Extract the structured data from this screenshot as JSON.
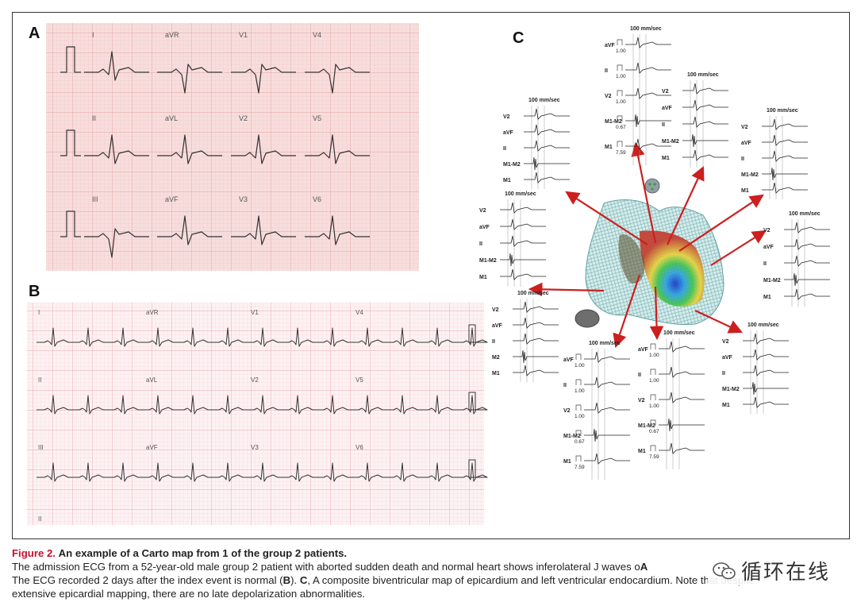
{
  "panels": {
    "a": {
      "label": "A",
      "leads": [
        [
          "I",
          "aVR",
          "V1",
          "V4"
        ],
        [
          "II",
          "aVL",
          "V2",
          "V5"
        ],
        [
          "III",
          "aVF",
          "V3",
          "V6"
        ]
      ]
    },
    "b": {
      "label": "B",
      "leads": [
        [
          "I",
          "aVR",
          "V1",
          "V4"
        ],
        [
          "II",
          "aVL",
          "V2",
          "V5"
        ],
        [
          "III",
          "aVF",
          "V3",
          "V6"
        ]
      ],
      "bottom_lead": "II"
    },
    "c": {
      "label": "C",
      "speed": "100 mm/sec",
      "boxes": [
        {
          "id": "top",
          "speed": "100 mm/sec",
          "rows": [
            {
              "label": "aVF",
              "gain": "1.00"
            },
            {
              "label": "II",
              "gain": "1.00"
            },
            {
              "label": "V2",
              "gain": "1.00"
            },
            {
              "label": "M1-M2",
              "gain": "0.67"
            },
            {
              "label": "M1",
              "gain": "7.59"
            }
          ]
        },
        {
          "id": "upper-left",
          "speed": "100 mm/sec",
          "rows": [
            {
              "label": "V2"
            },
            {
              "label": "aVF"
            },
            {
              "label": "II"
            },
            {
              "label": "M1-M2"
            },
            {
              "label": "M1"
            }
          ]
        },
        {
          "id": "upper-mid-right",
          "speed": "100 mm/sec",
          "rows": [
            {
              "label": "V2"
            },
            {
              "label": "aVF"
            },
            {
              "label": "II"
            },
            {
              "label": "M1-M2"
            },
            {
              "label": "M1"
            }
          ]
        },
        {
          "id": "upper-right",
          "speed": "100 mm/sec",
          "rows": [
            {
              "label": "V2"
            },
            {
              "label": "aVF"
            },
            {
              "label": "II"
            },
            {
              "label": "M1-M2"
            },
            {
              "label": "M1"
            }
          ]
        },
        {
          "id": "mid-left",
          "speed": "100 mm/sec",
          "rows": [
            {
              "label": "V2"
            },
            {
              "label": "aVF"
            },
            {
              "label": "II"
            },
            {
              "label": "M1-M2"
            },
            {
              "label": "M1"
            }
          ]
        },
        {
          "id": "mid-right",
          "speed": "100 mm/sec",
          "rows": [
            {
              "label": "V2"
            },
            {
              "label": "aVF"
            },
            {
              "label": "II"
            },
            {
              "label": "M1-M2"
            },
            {
              "label": "M1"
            }
          ]
        },
        {
          "id": "lower-left",
          "speed": "100 mm/sec",
          "rows": [
            {
              "label": "V2"
            },
            {
              "label": "aVF"
            },
            {
              "label": "II"
            },
            {
              "label": "M2"
            },
            {
              "label": "M1"
            }
          ]
        },
        {
          "id": "bottom-left",
          "speed": "100 mm/sec",
          "rows": [
            {
              "label": "aVF",
              "gain": "1.00"
            },
            {
              "label": "II",
              "gain": "1.00"
            },
            {
              "label": "V2",
              "gain": "1.00"
            },
            {
              "label": "M1-M2",
              "gain": "0.67"
            },
            {
              "label": "M1",
              "gain": "7.59"
            }
          ]
        },
        {
          "id": "bottom-mid",
          "speed": "100 mm/sec",
          "rows": [
            {
              "label": "aVF",
              "gain": "1.00"
            },
            {
              "label": "II",
              "gain": "1.00"
            },
            {
              "label": "V2",
              "gain": "1.00"
            },
            {
              "label": "M1-M2",
              "gain": "0.67"
            },
            {
              "label": "M1",
              "gain": "7.59"
            }
          ]
        },
        {
          "id": "lower-right",
          "speed": "100 mm/sec",
          "rows": [
            {
              "label": "V2"
            },
            {
              "label": "aVF"
            },
            {
              "label": "II"
            },
            {
              "label": "M1-M2"
            },
            {
              "label": "M1"
            }
          ]
        }
      ]
    }
  },
  "caption": {
    "figure_label": "Figure 2.",
    "title": "An example of a Carto map from 1 of the group 2 patients.",
    "line1_a": "The admission ECG from a 52-year-old male group 2 patient with aborted sudden death and normal heart shows inferolateral J waves o",
    "line1_bold": "A",
    "line2_a": "The ECG recorded 2 days after the index event is normal (",
    "line2_b_bold": "B",
    "line2_c": "). ",
    "line2_d_bold": "C",
    "line2_e": ", A composite biventricular map of epicardium and left ventricular endocardium. Note that despite",
    "line3": "extensive epicardial mapping, there are no late depolarization abnormalities."
  },
  "watermark": {
    "text": "循环在线",
    "icon": "wechat-logo-icon"
  },
  "colors": {
    "caption_red": "#c8102e",
    "arrow_red": "#cc1f1f",
    "ecg_grid_a": "#e9a8a8",
    "ecg_paper_a": "#f8e0df",
    "ecg_grid_b": "#f1b3b9",
    "ecg_paper_b": "#fdf3f4",
    "mesh_teal": "#a9d3d3"
  }
}
